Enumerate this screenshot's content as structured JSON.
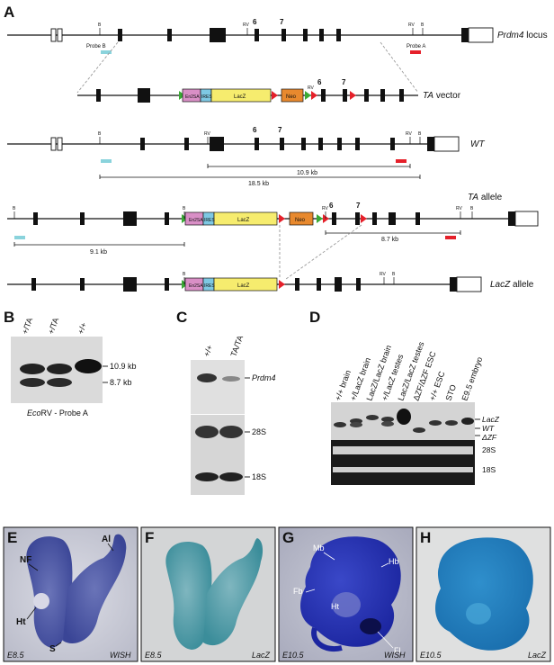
{
  "panels": {
    "a": "A",
    "b": "B",
    "c": "C",
    "d": "D",
    "e": "E",
    "f": "F",
    "g": "G",
    "h": "H"
  },
  "schematic": {
    "row_labels": {
      "locus_italic": "Prdm4",
      "locus_rest": " locus",
      "vector_italic": "TA",
      "vector_rest": " vector",
      "wt": "WT",
      "ta_italic": "TA",
      "ta_rest": " allele",
      "lacz_italic": "LacZ",
      "lacz_rest": " allele"
    },
    "exon6": "6",
    "exon7": "7",
    "site_b": "B",
    "site_rv": "RV",
    "probe_b": "Probe B",
    "probe_a": "Probe A",
    "cassette": {
      "en2sa": "En2SA",
      "ires": "IRES",
      "lacz": "LacZ",
      "neo": "Neo"
    },
    "sizes": {
      "s109": "10.9 kb",
      "s185": "18.5 kb",
      "s91": "9.1 kb",
      "s87": "8.7 kb"
    }
  },
  "blot_b": {
    "lanes": [
      "+/TA",
      "+/TA",
      "+/+"
    ],
    "bands": [
      "10.9 kb",
      "8.7 kb"
    ],
    "caption_italic": "Eco",
    "caption_rest": "RV - Probe A"
  },
  "blot_c": {
    "lanes": [
      "+/+",
      "TA/TA"
    ],
    "labels": [
      "Prdm4",
      "28S",
      "18S"
    ]
  },
  "blot_d": {
    "lanes": [
      "+/+ brain",
      "+/LacZ brain",
      "LacZ/LacZ brain",
      "+/LacZ testes",
      "LacZ/LacZ testes",
      "ΔZF/ΔZF ESC",
      "+/+ ESC",
      "STO",
      "E9.5 embryo"
    ],
    "labels": [
      "LacZ",
      "WT",
      "ΔZF",
      "28S",
      "18S"
    ]
  },
  "embryos": {
    "e": {
      "stage": "E8.5",
      "method": "WISH",
      "labels": [
        "NF",
        "Al",
        "Ht",
        "S"
      ]
    },
    "f": {
      "stage": "E8.5",
      "method": "LacZ"
    },
    "g": {
      "stage": "E10.5",
      "method": "WISH",
      "labels": [
        "Mb",
        "Hb",
        "Fb",
        "Ht",
        "Fl"
      ]
    },
    "h": {
      "stage": "E10.5",
      "method": "LacZ"
    }
  },
  "colors": {
    "probe_b": "#8ad3dc",
    "probe_a": "#e5202a",
    "en2sa": "#d98fc6",
    "ires": "#7ec8e3",
    "lacz": "#f6ec6e",
    "neo": "#e8892e",
    "loxp": "#e5202a",
    "frt": "#3aaa35"
  }
}
